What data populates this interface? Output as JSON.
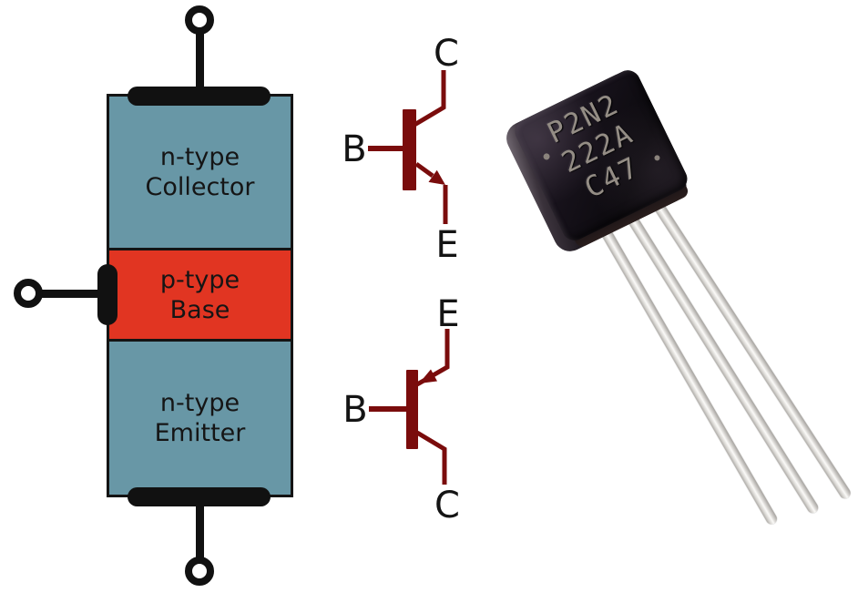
{
  "diagram": {
    "regions": [
      {
        "id": "collector",
        "line1": "n-type",
        "line2": "Collector"
      },
      {
        "id": "base",
        "line1": "p-type",
        "line2": "Base"
      },
      {
        "id": "emitter",
        "line1": "n-type",
        "line2": "Emitter"
      }
    ]
  },
  "symbols": {
    "npn": {
      "top": "C",
      "left": "B",
      "bottom": "E"
    },
    "pnp": {
      "top": "E",
      "left": "B",
      "bottom": "C"
    }
  },
  "photo": {
    "marking": [
      "P2N2",
      "222A",
      "C47"
    ]
  },
  "colors": {
    "n_type": "#6897a6",
    "p_type": "#e13522",
    "outline": "#141414",
    "symbol": "#7a0c0c",
    "package_body": "#16121a",
    "lead_metal": "#d9d6d2",
    "marking_text": "#948d85"
  }
}
